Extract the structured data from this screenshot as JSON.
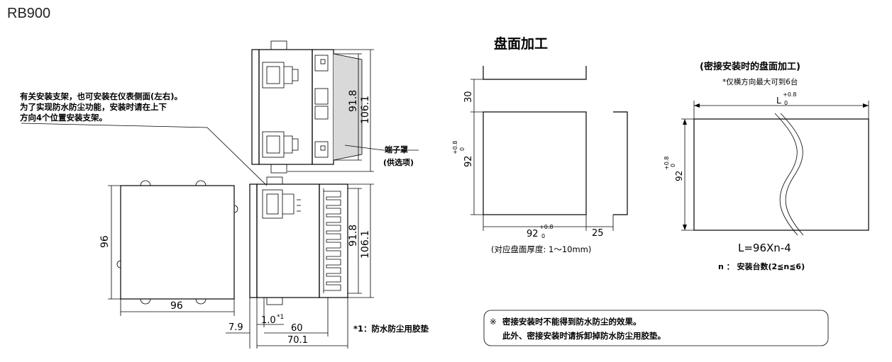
{
  "page": {
    "title": "RB900"
  },
  "mounting_note": [
    "有关安装支架，也可安装在仪表侧面(左右)。",
    "为了实现防水防尘功能，安装时请在上下",
    "方向4个位置安装支架。"
  ],
  "terminal_cover": {
    "line1": "端子罩",
    "line2": "(供选项)"
  },
  "dims": {
    "side_h_inner": "91.8",
    "side_h_outer": "106.1",
    "front_h": "96",
    "front_w": "96",
    "d_79": "7.9",
    "d_10": "1.0",
    "d_10_sup": "*1",
    "d_60": "60",
    "d_701": "70.1"
  },
  "gasket_note": "*1：防水防尘用胶垫",
  "panel_cutout": {
    "title": "盘面加工",
    "dim_30": "30",
    "dim_92v": "92",
    "dim_92h": "92",
    "tol_plus": "+0.8",
    "tol_zero": "0",
    "dim_25": "25",
    "thickness": "(对应盘面厚度: 1～10mm)"
  },
  "close_mount": {
    "title": "(密接安装时的盘面加工)",
    "subtitle": "*仅横方向最大可到6台",
    "dim_L": "L",
    "dim_92v": "92",
    "formula": "L=96Xn-4",
    "n_note": "n ： 安装台数(2≦n≦6)"
  },
  "warning": {
    "mark": "※",
    "line1": "密接安装时不能得到防水防尘的效果。",
    "line2": "此外、密接安装时请拆卸掉防水防尘用胶垫。"
  }
}
